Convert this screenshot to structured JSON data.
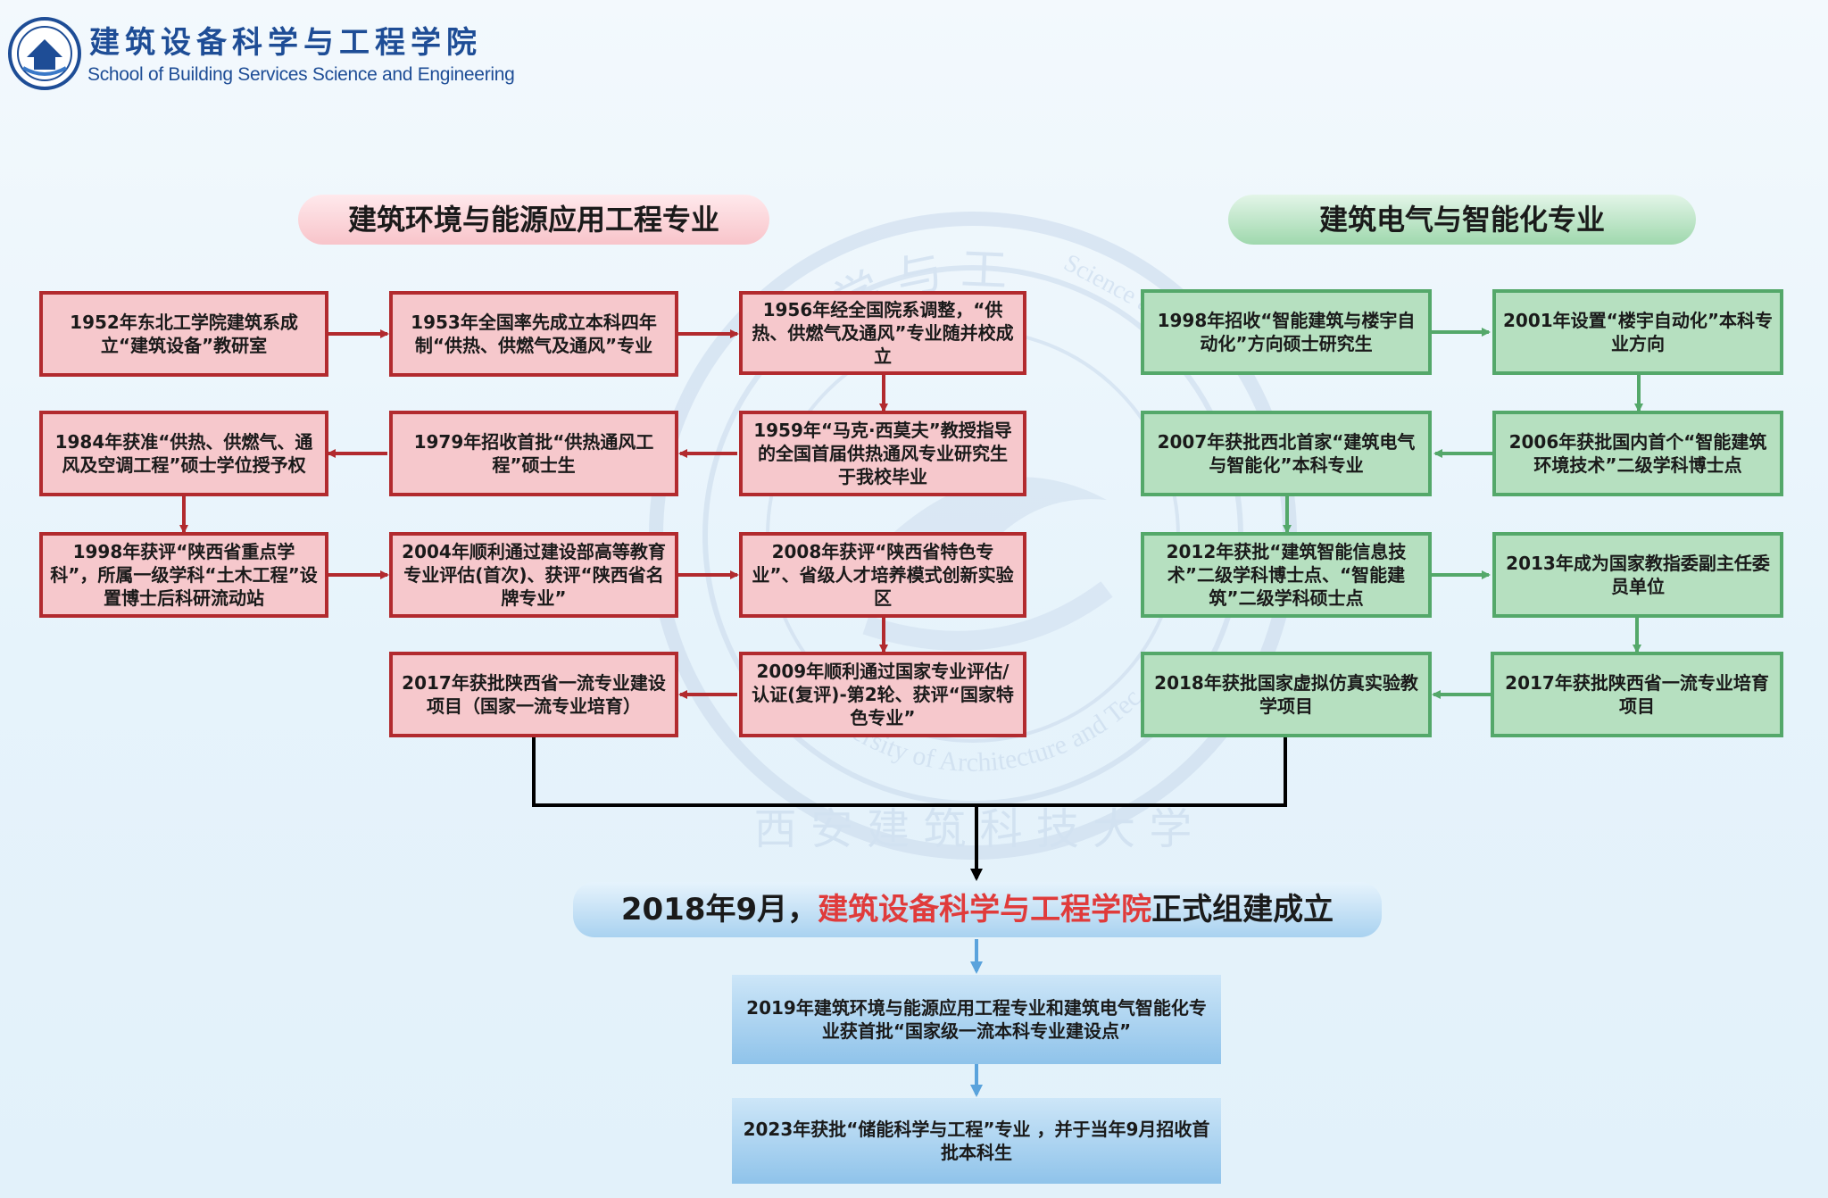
{
  "header": {
    "school_name_cn": "建筑设备科学与工程学院",
    "school_name_en": "School of Building Services Science and Engineering"
  },
  "watermark": {
    "top_text": "科 学 与 工",
    "ring_text": "Science and Eng",
    "bottom_text": "University of Architecture and Tec",
    "base_text": "西 安 建 筑 科 技 大 学"
  },
  "left_column": {
    "title": "建筑环境与能源应用工程专业",
    "boxes": [
      "1952年东北工学院建筑系成立“建筑设备”教研室",
      "1953年全国率先成立本科四年制“供热、供燃气及通风”专业",
      "1956年经全国院系调整，“供热、供燃气及通风”专业随并校成立",
      "1959年“马克·西莫夫”教授指导的全国首届供热通风专业研究生于我校毕业",
      "1979年招收首批“供热通风工程”硕士生",
      "1984年获准“供热、供燃气、通风及空调工程”硕士学位授予权",
      "1998年获评“陕西省重点学科”，所属一级学科“土木工程”设置博士后科研流动站",
      "2004年顺利通过建设部高等教育专业评估(首次)、获评“陕西省名牌专业”",
      "2008年获评“陕西省特色专业”、省级人才培养模式创新实验区",
      "2009年顺利通过国家专业评估/认证(复评)-第2轮、获评“国家特色专业”",
      "2017年获批陕西省一流专业建设项目（国家一流专业培育）"
    ]
  },
  "right_column": {
    "title": "建筑电气与智能化专业",
    "boxes": [
      "1998年招收“智能建筑与楼宇自动化”方向硕士研究生",
      "2001年设置“楼宇自动化”本科专业方向",
      "2006年获批国内首个“智能建筑环境技术”二级学科博士点",
      "2007年获批西北首家“建筑电气与智能化”本科专业",
      "2012年获批“建筑智能信息技术”二级学科博士点、“智能建筑”二级学科硕士点",
      "2013年成为国家教指委副主任委员单位",
      "2017年获批陕西省一流专业培育项目",
      "2018年获批国家虚拟仿真实验教学项目"
    ]
  },
  "banner": {
    "prefix": "2018年9月，",
    "highlight": "建筑设备科学与工程学院",
    "suffix": "正式组建成立"
  },
  "bottom_boxes": [
    "2019年建筑环境与能源应用工程专业和建筑电气智能化专业获首批“国家级一流本科专业建设点”",
    "2023年获批“储能科学与工程”专业 ，并于当年9月招收首批本科生"
  ],
  "colors": {
    "red_border": "#b22a2e",
    "red_fill": "#f6c8cc",
    "green_border": "#54a86a",
    "green_fill": "#b6e0c0",
    "blue_arrow": "#5aa3dc",
    "highlight": "#e03b3b"
  }
}
